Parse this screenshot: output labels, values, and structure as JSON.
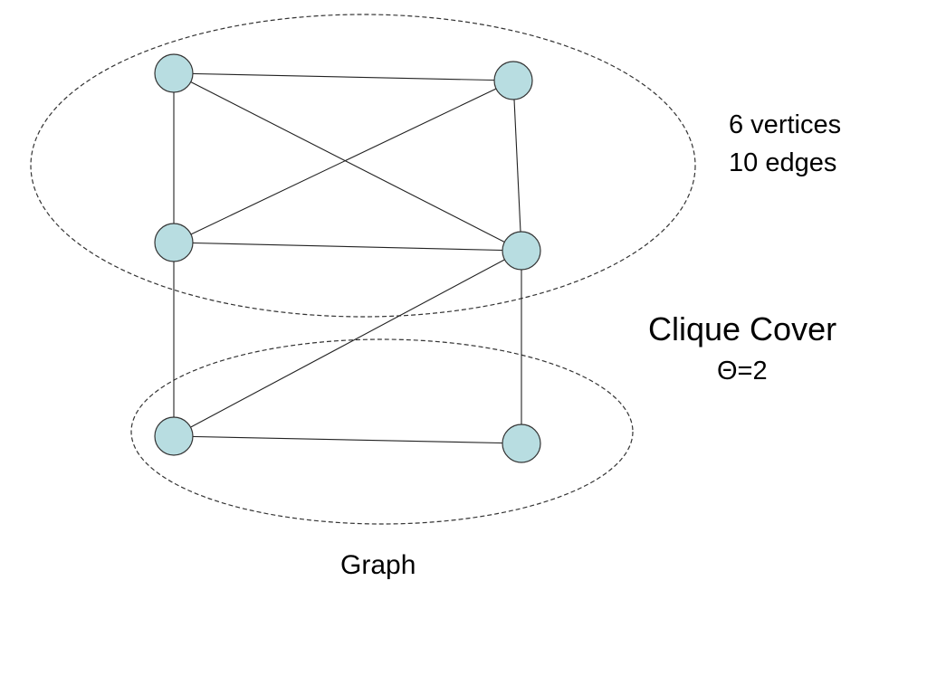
{
  "annotations": {
    "vertex_count_text": "6 vertices",
    "edge_count_text": "10 edges",
    "cover_title": "Clique Cover",
    "cover_value": "Θ=2",
    "graph_caption": "Graph"
  },
  "graph": {
    "vertices": [
      {
        "id": "v1"
      },
      {
        "id": "v2"
      },
      {
        "id": "v3"
      },
      {
        "id": "v4"
      },
      {
        "id": "v5"
      },
      {
        "id": "v6"
      }
    ],
    "edges": [
      [
        "v1",
        "v2"
      ],
      [
        "v1",
        "v3"
      ],
      [
        "v1",
        "v4"
      ],
      [
        "v2",
        "v3"
      ],
      [
        "v2",
        "v4"
      ],
      [
        "v3",
        "v4"
      ],
      [
        "v3",
        "v5"
      ],
      [
        "v4",
        "v6"
      ],
      [
        "v4",
        "v5"
      ],
      [
        "v5",
        "v6"
      ]
    ],
    "cliques": [
      {
        "id": "clique-1",
        "members": [
          "v1",
          "v2",
          "v3",
          "v4"
        ]
      },
      {
        "id": "clique-2",
        "members": [
          "v5",
          "v6"
        ]
      }
    ]
  },
  "colors": {
    "vertex_fill": "#b8dde1",
    "vertex_stroke": "#333333",
    "edge_stroke": "#222222",
    "clique_stroke": "#333333"
  }
}
